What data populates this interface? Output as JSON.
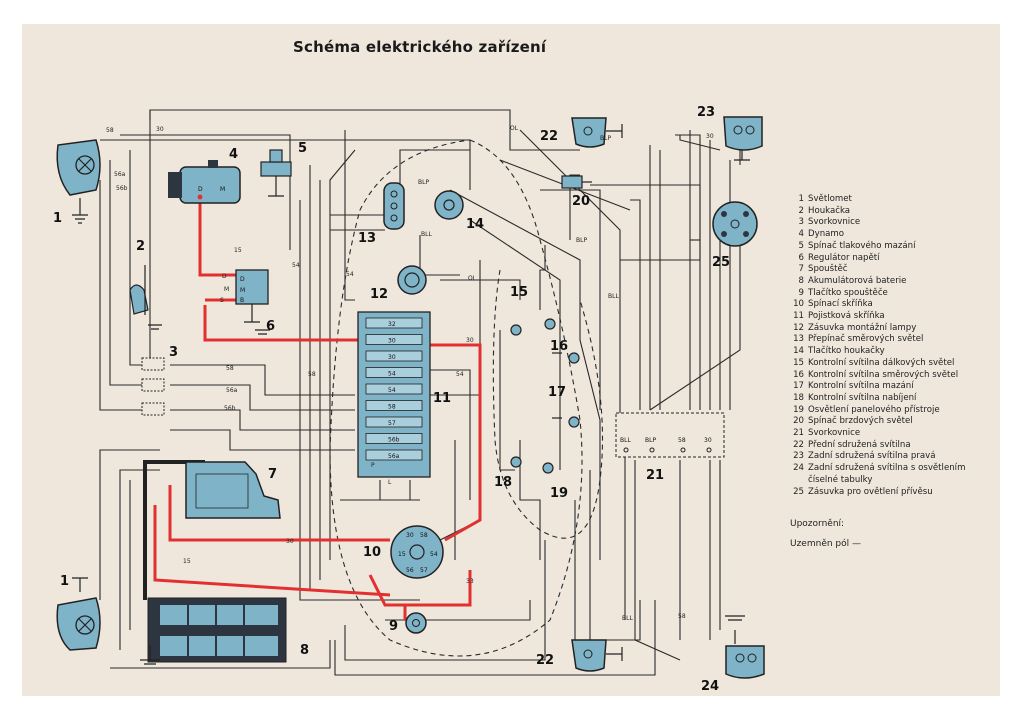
{
  "title": "Schéma elektrického zařízení",
  "legend": [
    {
      "num": "1",
      "text": "Světlomet"
    },
    {
      "num": "2",
      "text": "Houkačka"
    },
    {
      "num": "3",
      "text": "Svorkovnice"
    },
    {
      "num": "4",
      "text": "Dynamo"
    },
    {
      "num": "5",
      "text": "Spínač tlakového mazání"
    },
    {
      "num": "6",
      "text": "Regulátor napětí"
    },
    {
      "num": "7",
      "text": "Spouštěč"
    },
    {
      "num": "8",
      "text": "Akumulátorová baterie"
    },
    {
      "num": "9",
      "text": "Tlačítko spouštěče"
    },
    {
      "num": "10",
      "text": "Spínací skříňka"
    },
    {
      "num": "11",
      "text": "Pojistková skříňka"
    },
    {
      "num": "12",
      "text": "Zásuvka montážní lampy"
    },
    {
      "num": "13",
      "text": "Přepínač směrových světel"
    },
    {
      "num": "14",
      "text": "Tlačítko houkačky"
    },
    {
      "num": "15",
      "text": "Kontrolní svítilna dálkových světel"
    },
    {
      "num": "16",
      "text": "Kontrolní svítilna směrových světel"
    },
    {
      "num": "17",
      "text": "Kontrolní svítilna mazání"
    },
    {
      "num": "18",
      "text": "Kontrolní svítilna nabíjení"
    },
    {
      "num": "19",
      "text": "Osvětlení panelového přístroje"
    },
    {
      "num": "20",
      "text": "Spínač brzdových světel"
    },
    {
      "num": "21",
      "text": "Svorkovnice"
    },
    {
      "num": "22",
      "text": "Přední sdružená svítilna"
    },
    {
      "num": "23",
      "text": "Zadní sdružená svítilna pravá"
    },
    {
      "num": "24",
      "text": "Zadní sdružená svítilna s osvětlením\nčíselné tabulky"
    },
    {
      "num": "25",
      "text": "Zásuvka pro ovětlení přívěsu"
    }
  ],
  "notes": {
    "warning": "Upozornění:",
    "ground": "Uzemněn pól —"
  },
  "callouts": [
    "1",
    "1",
    "2",
    "3",
    "4",
    "5",
    "6",
    "7",
    "8",
    "9",
    "10",
    "11",
    "12",
    "13",
    "14",
    "15",
    "16",
    "17",
    "18",
    "19",
    "20",
    "21",
    "22",
    "22",
    "23",
    "24",
    "25"
  ],
  "fuse_terminals": [
    "32",
    "30",
    "30",
    "54",
    "54",
    "58",
    "57",
    "56b",
    "56a"
  ],
  "wire_labels": [
    "58",
    "56a",
    "56b",
    "30",
    "15",
    "54",
    "OL",
    "BLP",
    "BLL",
    "P",
    "L",
    "D",
    "M",
    "S",
    "33"
  ],
  "colors": {
    "paper": "#efe7dc",
    "component_blue": "#7fb3c7",
    "wire_black": "#222222",
    "wire_red": "#e23030",
    "battery_dark": "#2d3640"
  }
}
